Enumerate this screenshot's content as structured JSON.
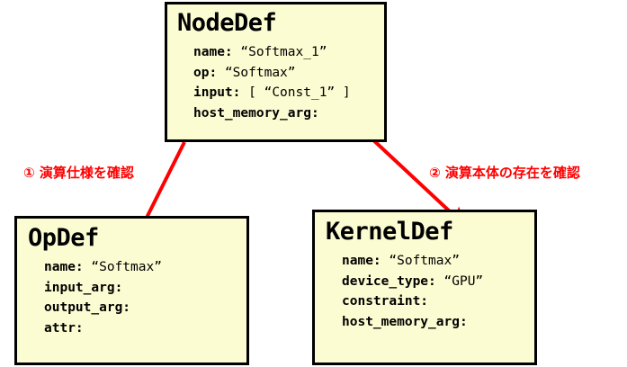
{
  "diagram": {
    "title_semantics": "tensorflow-node-resolution",
    "colors": {
      "box_fill": "#fcfcd2",
      "box_border": "#000000",
      "arrow": "#ff0000",
      "annotation_text": "#ff0000",
      "background": "#ffffff"
    }
  },
  "boxes": {
    "node_def": {
      "title": "NodeDef",
      "fields": [
        {
          "key": "name:",
          "value": "“Softmax_1”"
        },
        {
          "key": "op:",
          "value": "“Softmax”"
        },
        {
          "key": "input:",
          "value": "[ “Const_1” ]"
        },
        {
          "key": "host_memory_arg:",
          "value": ""
        }
      ]
    },
    "op_def": {
      "title": "OpDef",
      "fields": [
        {
          "key": "name:",
          "value": "“Softmax”"
        },
        {
          "key": "input_arg:",
          "value": ""
        },
        {
          "key": "output_arg:",
          "value": ""
        },
        {
          "key": "attr:",
          "value": ""
        }
      ]
    },
    "kernel_def": {
      "title": "KernelDef",
      "fields": [
        {
          "key": "name:",
          "value": "“Softmax”"
        },
        {
          "key": "device_type:",
          "value": "“GPU”"
        },
        {
          "key": "constraint:",
          "value": ""
        },
        {
          "key": "host_memory_arg:",
          "value": ""
        }
      ]
    }
  },
  "annotations": [
    {
      "id": "step-1",
      "text": "① 演算仕様を確認"
    },
    {
      "id": "step-2",
      "text": "② 演算本体の存在を確認"
    }
  ],
  "arrows": [
    {
      "id": "nodedef-to-opdef",
      "from": "node_def",
      "to": "op_def"
    },
    {
      "id": "nodedef-to-kerneldef",
      "from": "node_def",
      "to": "kernel_def"
    }
  ]
}
